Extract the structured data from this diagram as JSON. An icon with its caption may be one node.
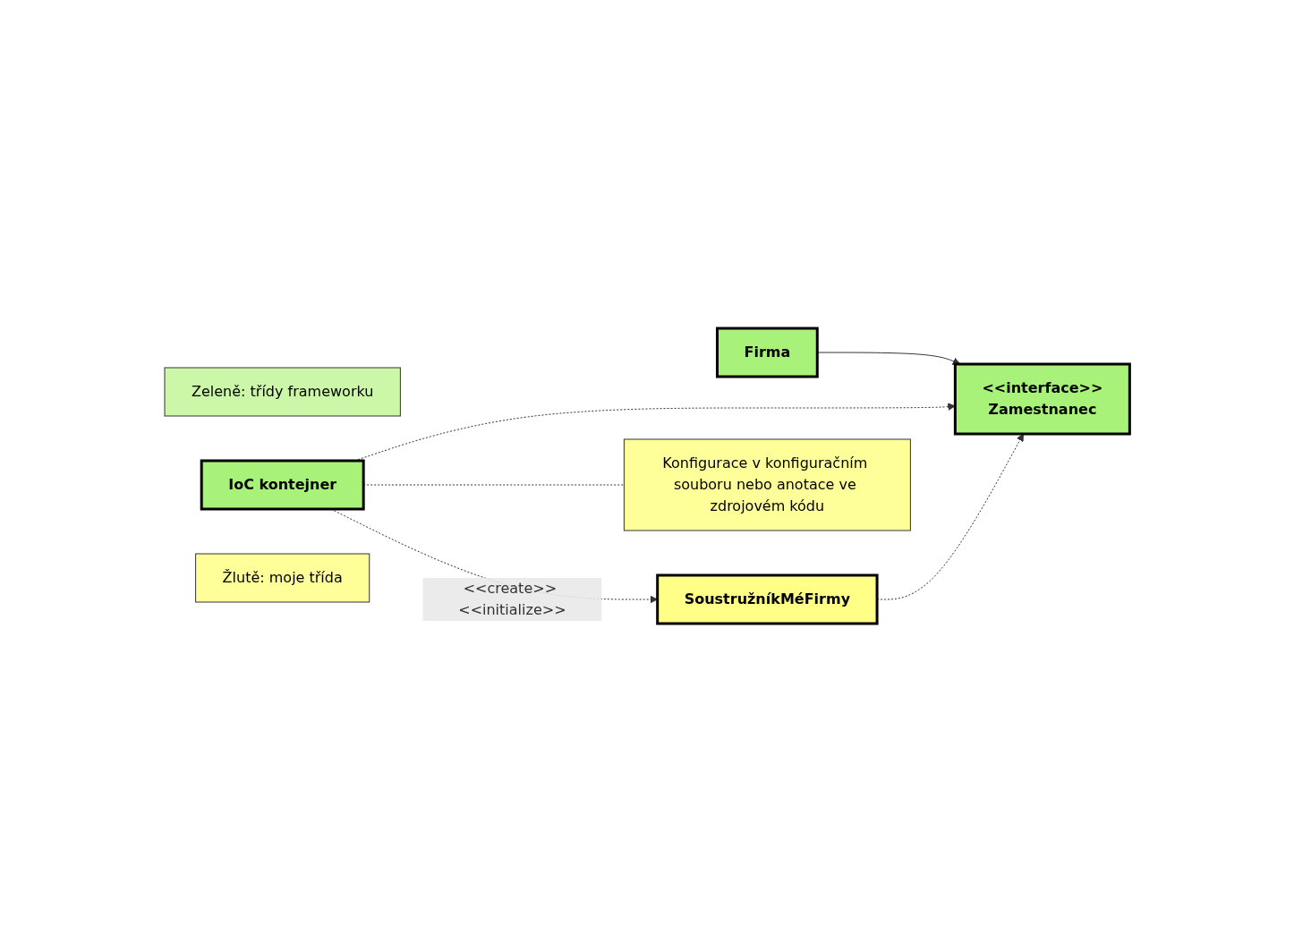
{
  "diagram": {
    "nodes": [
      {
        "text": [
          "Zeleně: třídy frameworku"
        ]
      },
      {
        "text": [
          "Firma"
        ]
      },
      {
        "text": [
          "<<interface>>",
          "Zamestnanec"
        ]
      },
      {
        "text": [
          "IoC kontejner"
        ]
      },
      {
        "text": [
          "SoustružníkMéFirmy"
        ]
      },
      {
        "text": [
          "Konfigurace v konfiguračním souboru nebo anotace ve zdrojovém kódu"
        ]
      },
      {
        "text": [
          "Žlutě: moje třída"
        ]
      }
    ],
    "edges": [
      {
        "from": 1,
        "to": 2,
        "arrow": "to"
      },
      {
        "from": 3,
        "to": 2,
        "arrow": "to",
        "style": "dashed"
      },
      {
        "from": 3,
        "to": 4,
        "arrow": "to",
        "style": "dashed",
        "label": "<<create>> <<initialize>>"
      },
      {
        "from": 4,
        "to": 2,
        "arrow": "to",
        "style": "dashed"
      },
      {
        "from": 3,
        "to": 5,
        "arrow": "none",
        "style": "dashed"
      }
    ]
  }
}
